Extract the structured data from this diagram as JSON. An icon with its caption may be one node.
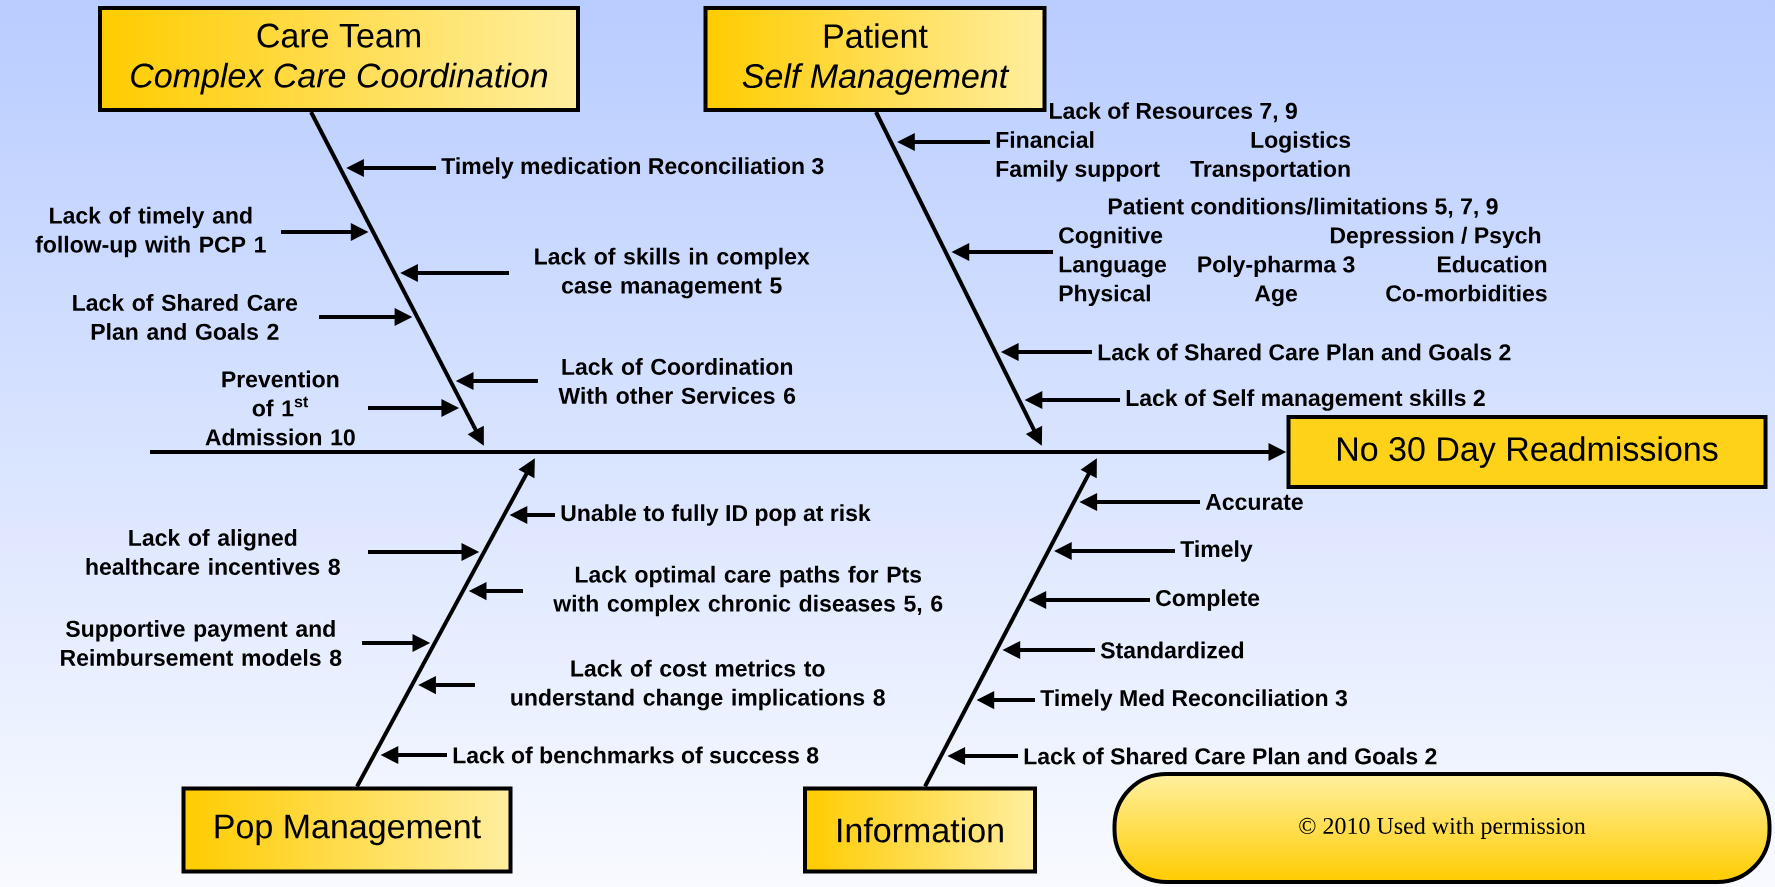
{
  "diagram": {
    "nodes": [
      {
        "text": [
          "Care Team",
          "Complex Care Coordination"
        ]
      },
      {
        "text": [
          "Patient",
          "Self Management"
        ]
      },
      {
        "text": [
          "Timely medication Reconciliation 3"
        ]
      },
      {
        "text": [
          "Lack of timely and follow-up with PCP 1"
        ]
      },
      {
        "text": [
          "Lack of skills in complex case management 5"
        ]
      },
      {
        "text": [
          "Lack of Shared Care Plan and Goals 2"
        ]
      },
      {
        "text": [
          "Lack of Coordination With other Services 6"
        ]
      },
      {
        "text": [
          "Prevention of 1$^{st}$ Admission 10"
        ]
      },
      {
        "text": [
          "Lack of Resources 7, 9",
          "Financial",
          "Logistics",
          "Family support",
          "Transportation"
        ]
      },
      {
        "text": [
          "Patient conditions/limitations 5, 7, 9",
          "Cognitive",
          "Depression / Psych",
          "Language",
          "Poly-pharma 3",
          "Education",
          "Physical",
          "Age",
          "Co-morbidities"
        ]
      },
      {
        "text": [
          "Lack of Shared Care Plan and Goals 2"
        ]
      },
      {
        "text": [
          "Lack of Self management skills 2"
        ]
      },
      {
        "text": [
          "No 30 Day Readmissions"
        ]
      },
      {
        "text": [
          "Unable to fully ID pop at risk"
        ]
      },
      {
        "text": [
          "Lack of aligned healthcare incentives 8"
        ]
      },
      {
        "text": [
          "Lack optimal care paths for Pts with complex chronic diseases 5, 6"
        ]
      },
      {
        "text": [
          "Supportive payment and Reimbursement models 8"
        ]
      },
      {
        "text": [
          "Lack of cost metrics to understand change implications 8"
        ]
      },
      {
        "text": [
          "Lack of benchmarks of success 8"
        ]
      },
      {
        "text": [
          "Accurate"
        ]
      },
      {
        "text": [
          "Timely"
        ]
      },
      {
        "text": [
          "Complete"
        ]
      },
      {
        "text": [
          "Standardized"
        ]
      },
      {
        "text": [
          "Timely Med Reconciliation 3"
        ]
      },
      {
        "text": [
          "Lack of Shared Care Plan and Goals 2"
        ]
      },
      {
        "text": [
          "Pop Management"
        ]
      },
      {
        "text": [
          "Information"
        ]
      },
      {
        "text": [
          "© 2010 Used with permission"
        ]
      }
    ],
    "edges": [
      {
        "from": 0,
        "to": null,
        "arrow": "to"
      },
      {
        "from": 1,
        "to": null,
        "arrow": "to"
      },
      {
        "from": 2,
        "to": null,
        "arrow": "to"
      },
      {
        "from": 3,
        "to": null,
        "arrow": "to"
      },
      {
        "from": 4,
        "to": null,
        "arrow": "to"
      },
      {
        "from": 5,
        "to": null,
        "arrow": "to"
      },
      {
        "from": 6,
        "to": null,
        "arrow": "to"
      },
      {
        "from": 7,
        "to": null,
        "arrow": "to"
      },
      {
        "from": 8,
        "to": null,
        "arrow": "to"
      },
      {
        "from": 9,
        "to": null,
        "arrow": "to"
      },
      {
        "from": 10,
        "to": null,
        "arrow": "to"
      },
      {
        "from": 11,
        "to": null,
        "arrow": "to"
      },
      {
        "from": null,
        "to": 12,
        "arrow": "to"
      },
      {
        "from": 13,
        "to": null,
        "arrow": "to"
      },
      {
        "from": 14,
        "to": null,
        "arrow": "to"
      },
      {
        "from": 15,
        "to": null,
        "arrow": "to"
      },
      {
        "from": 16,
        "to": null,
        "arrow": "to"
      },
      {
        "from": 17,
        "to": null,
        "arrow": "to"
      },
      {
        "from": 18,
        "to": null,
        "arrow": "to"
      },
      {
        "from": 19,
        "to": null,
        "arrow": "to"
      },
      {
        "from": 20,
        "to": null,
        "arrow": "to"
      },
      {
        "from": 21,
        "to": null,
        "arrow": "to"
      },
      {
        "from": 22,
        "to": null,
        "arrow": "to"
      },
      {
        "from": 23,
        "to": null,
        "arrow": "to"
      },
      {
        "from": 24,
        "to": null,
        "arrow": "to"
      },
      {
        "from": 25,
        "to": null,
        "arrow": "to"
      },
      {
        "from": 26,
        "to": null,
        "arrow": "to"
      }
    ]
  }
}
